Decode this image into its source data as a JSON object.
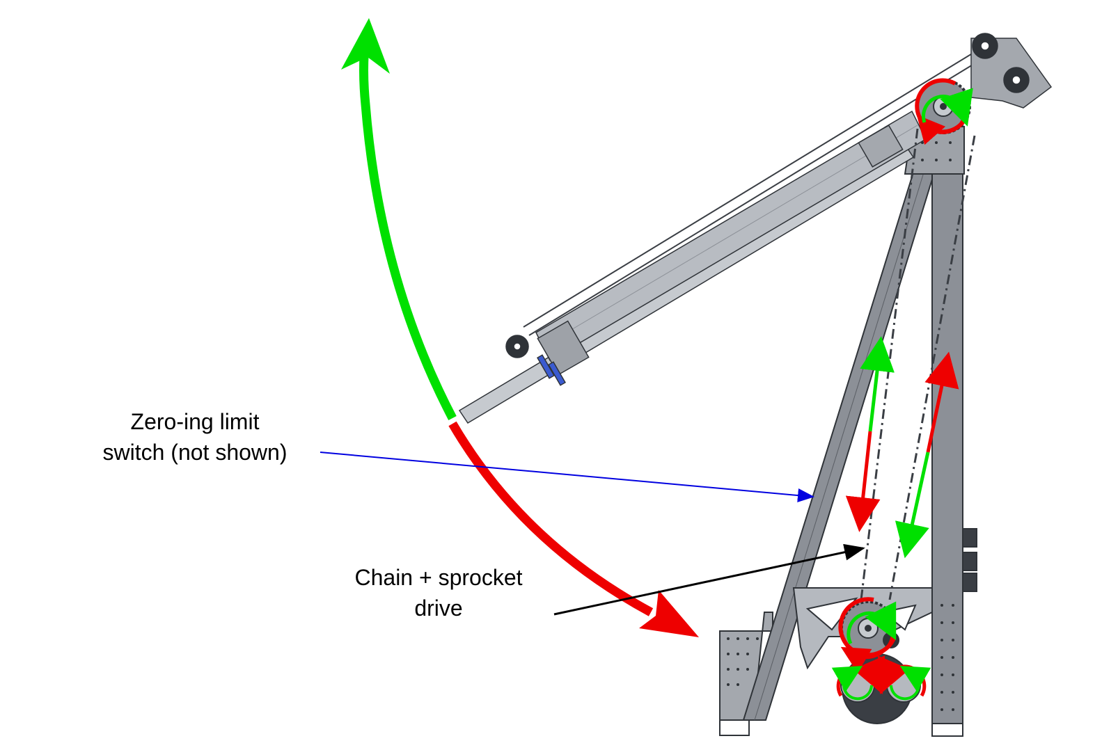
{
  "labels": {
    "limit_switch": {
      "line1": "Zero-ing limit",
      "line2": "switch (not shown)"
    },
    "drive": {
      "line1": "Chain + sprocket",
      "line2": "drive"
    }
  },
  "colors": {
    "frame": "#8c9097",
    "frame_dark": "#2f3338",
    "arm": "#b8bcc2",
    "up": "#00e000",
    "down": "#ee0000",
    "pointer_limit": "#0000e0",
    "pointer_drive": "#000000"
  },
  "icons": [
    "up-arrow",
    "down-arrow",
    "rotation-arrow",
    "chain-motion-arrow"
  ]
}
